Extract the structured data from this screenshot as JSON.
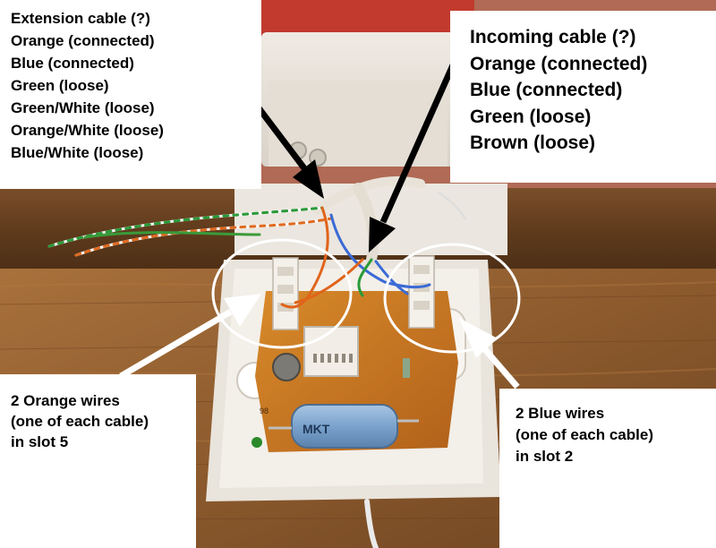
{
  "labels": {
    "extension_cable": {
      "lines": [
        "Extension cable (?)",
        "Orange (connected)",
        "Blue (connected)",
        "Green (loose)",
        "Green/White (loose)",
        "Orange/White (loose)",
        "Blue/White (loose)"
      ]
    },
    "incoming_cable": {
      "lines": [
        "Incoming cable (?)",
        "Orange (connected)",
        "Blue (connected)",
        "Green (loose)",
        "Brown (loose)"
      ]
    },
    "orange_wires": {
      "lines": [
        "2 Orange wires",
        "(one of each cable)",
        "in slot 5"
      ]
    },
    "blue_wires": {
      "lines": [
        "2 Blue wires",
        "(one of each cable)",
        "in slot 2"
      ]
    }
  },
  "component_text": {
    "capacitor_label": "MKT",
    "pcb_marking": "98"
  }
}
